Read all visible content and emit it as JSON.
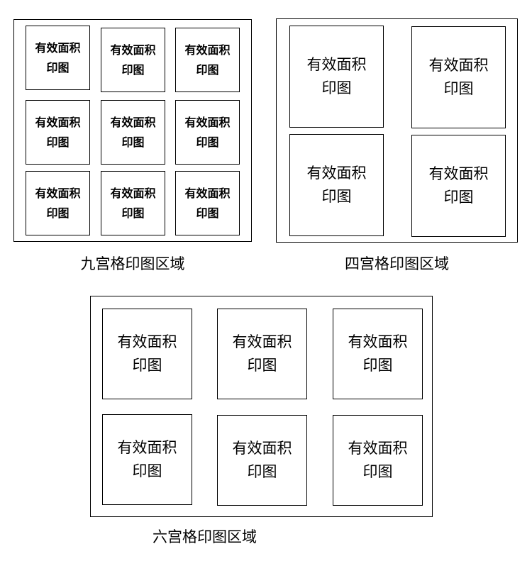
{
  "nine_grid": {
    "caption": "九宫格印图区域",
    "cells": [
      {
        "line1": "有效面积",
        "line2": "印图"
      },
      {
        "line1": "有效面积",
        "line2": "印图"
      },
      {
        "line1": "有效面积",
        "line2": "印图"
      },
      {
        "line1": "有效面积",
        "line2": "印图"
      },
      {
        "line1": "有效面积",
        "line2": "印图"
      },
      {
        "line1": "有效面积",
        "line2": "印图"
      },
      {
        "line1": "有效面积",
        "line2": "印图"
      },
      {
        "line1": "有效面积",
        "line2": "印图"
      },
      {
        "line1": "有效面积",
        "line2": "印图"
      }
    ]
  },
  "four_grid": {
    "caption": "四宫格印图区域",
    "cells": [
      {
        "line1": "有效面积",
        "line2": "印图"
      },
      {
        "line1": "有效面积",
        "line2": "印图"
      },
      {
        "line1": "有效面积",
        "line2": "印图"
      },
      {
        "line1": "有效面积",
        "line2": "印图"
      }
    ]
  },
  "six_grid": {
    "caption": "六宫格印图区域",
    "cells": [
      {
        "line1": "有效面积",
        "line2": "印图"
      },
      {
        "line1": "有效面积",
        "line2": "印图"
      },
      {
        "line1": "有效面积",
        "line2": "印图"
      },
      {
        "line1": "有效面积",
        "line2": "印图"
      },
      {
        "line1": "有效面积",
        "line2": "印图"
      },
      {
        "line1": "有效面积",
        "line2": "印图"
      }
    ]
  }
}
